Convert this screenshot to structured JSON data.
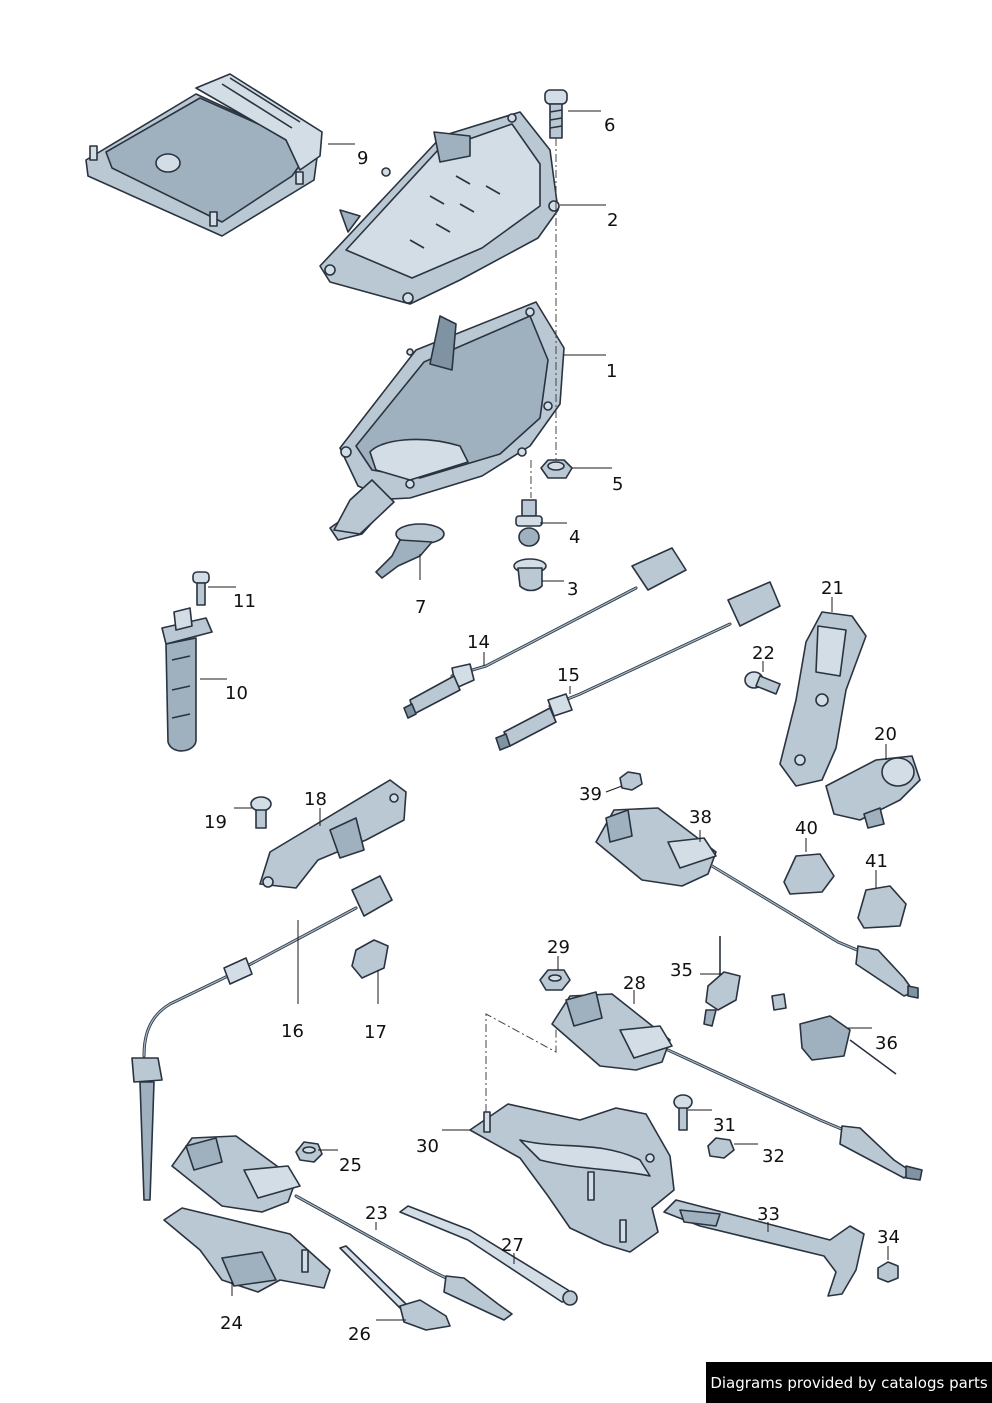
{
  "callouts": [
    {
      "label": "1"
    },
    {
      "label": "2"
    },
    {
      "label": "3"
    },
    {
      "label": "4"
    },
    {
      "label": "5"
    },
    {
      "label": "6"
    },
    {
      "label": "7"
    },
    {
      "label": "9"
    },
    {
      "label": "10"
    },
    {
      "label": "11"
    },
    {
      "label": "14"
    },
    {
      "label": "15"
    },
    {
      "label": "16"
    },
    {
      "label": "17"
    },
    {
      "label": "18"
    },
    {
      "label": "19"
    },
    {
      "label": "20"
    },
    {
      "label": "21"
    },
    {
      "label": "22"
    },
    {
      "label": "23"
    },
    {
      "label": "24"
    },
    {
      "label": "25"
    },
    {
      "label": "26"
    },
    {
      "label": "27"
    },
    {
      "label": "28"
    },
    {
      "label": "29"
    },
    {
      "label": "30"
    },
    {
      "label": "31"
    },
    {
      "label": "32"
    },
    {
      "label": "33"
    },
    {
      "label": "34"
    },
    {
      "label": "35"
    },
    {
      "label": "36"
    },
    {
      "label": "38"
    },
    {
      "label": "39"
    },
    {
      "label": "40"
    },
    {
      "label": "41"
    }
  ],
  "credit": "Diagrams provided by catalogs parts"
}
